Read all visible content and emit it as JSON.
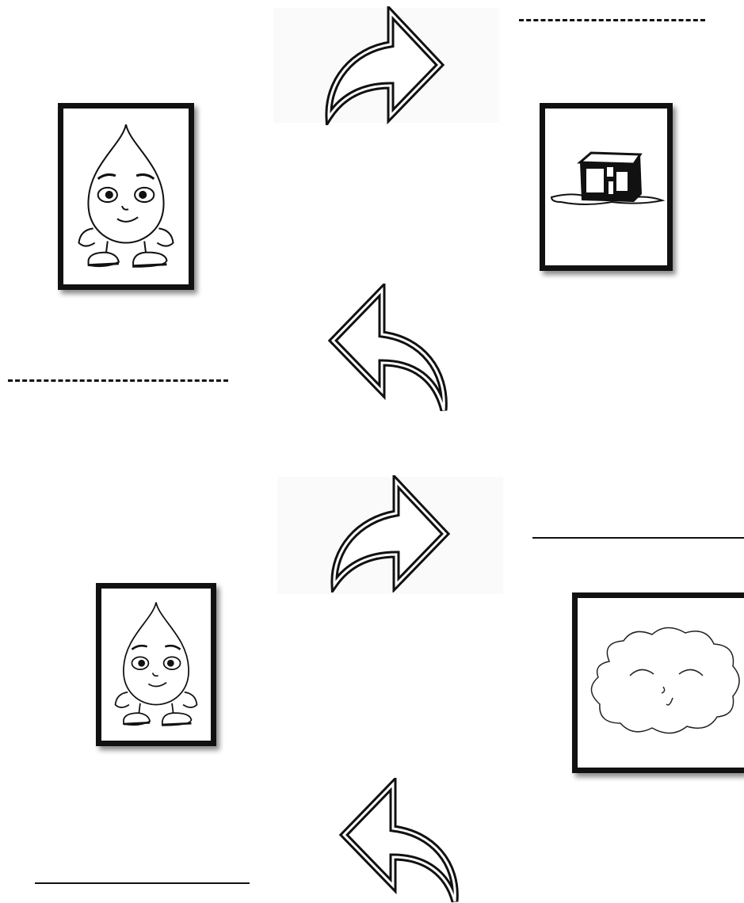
{
  "worksheet": {
    "cycles": [
      {
        "start_picture": "water-drop-character",
        "end_picture": "melting-ice-cube",
        "forward_arrow_icon": "curved-arrow-right-icon",
        "back_arrow_icon": "curved-arrow-left-icon",
        "forward_answer": "",
        "back_answer": ""
      },
      {
        "start_picture": "water-drop-character",
        "end_picture": "smiling-cloud",
        "forward_arrow_icon": "curved-arrow-right-icon",
        "back_arrow_icon": "curved-arrow-left-icon",
        "forward_answer": "",
        "back_answer": ""
      }
    ]
  },
  "colors": {
    "ink": "#111111",
    "paper": "#ffffff",
    "arrow_panel": "#fafafa"
  }
}
